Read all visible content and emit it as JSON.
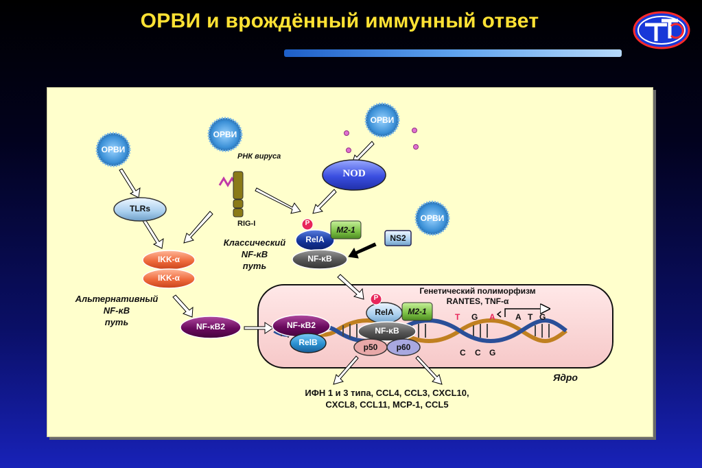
{
  "title": "ОРВИ и врождённый иммунный ответ",
  "virus_label": "ОРВИ",
  "labels": {
    "tlrs": "TLRs",
    "ikk1": "IKK-α",
    "ikk2": "IKK-α",
    "rnk": "РНК вируса",
    "rig": "RIG-I",
    "nod": "NOD",
    "p": "P",
    "rela": "RelA",
    "m21": "M2-1",
    "ns2": "NS2",
    "nfkb": "NF-κB",
    "nfkb2": "NF-κB2",
    "relb": "RelB",
    "p50": "p50",
    "p60": "p60",
    "classic_path": "Классический\nNF-κB\nпуть",
    "alt_path": "Альтернативный\nNF-κB\nпуть",
    "genetic": "Генетический полиморфизм\nRANTES, TNF-α",
    "nucleus": "Ядро",
    "outputs": "ИФН 1 и 3 типа, CCL4, CCL3, CXCL10,\nCXCL8, CCL11, MCP-1, CCL5",
    "seq_top": [
      "T",
      "G",
      "A",
      "A",
      "T",
      "G"
    ],
    "seq_bottom": [
      "C",
      "C",
      "G"
    ]
  },
  "colors": {
    "title": "#ffe234",
    "panel": "#ffffcc",
    "nucleus": "#fadada",
    "virus": "#6fb4e8",
    "orange": "#ef6a3c",
    "blue_dark": "#0d2e8e",
    "purple": "#6a0a5e",
    "green": "#7bc144",
    "gray": "#5a5a5a",
    "teal": "#2a8fd0"
  }
}
